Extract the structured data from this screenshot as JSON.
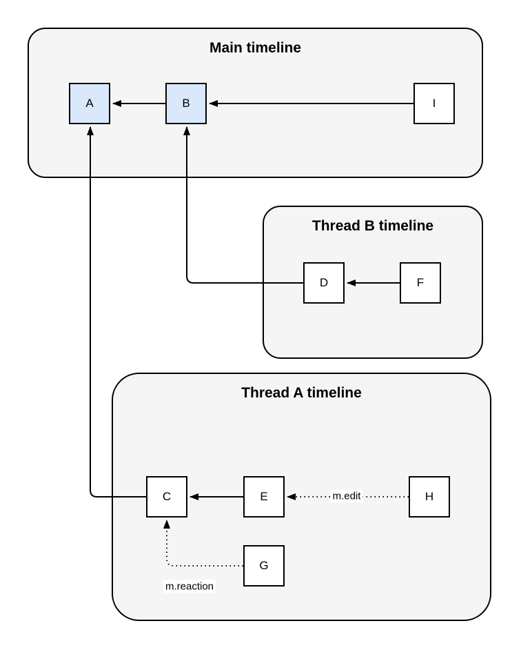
{
  "diagram": {
    "containers": {
      "main": {
        "title": "Main timeline"
      },
      "thread_b": {
        "title": "Thread B timeline"
      },
      "thread_a": {
        "title": "Thread A timeline"
      }
    },
    "nodes": {
      "a": {
        "label": "A",
        "highlighted": true
      },
      "b": {
        "label": "B",
        "highlighted": true
      },
      "i": {
        "label": "I",
        "highlighted": false
      },
      "d": {
        "label": "D",
        "highlighted": false
      },
      "f": {
        "label": "F",
        "highlighted": false
      },
      "c": {
        "label": "C",
        "highlighted": false
      },
      "e": {
        "label": "E",
        "highlighted": false
      },
      "h": {
        "label": "H",
        "highlighted": false
      },
      "g": {
        "label": "G",
        "highlighted": false
      }
    },
    "edges": [
      {
        "from": "B",
        "to": "A",
        "style": "solid",
        "label": ""
      },
      {
        "from": "I",
        "to": "B",
        "style": "solid",
        "label": ""
      },
      {
        "from": "D",
        "to": "B",
        "style": "solid",
        "label": ""
      },
      {
        "from": "F",
        "to": "D",
        "style": "solid",
        "label": ""
      },
      {
        "from": "C",
        "to": "A",
        "style": "solid",
        "label": ""
      },
      {
        "from": "E",
        "to": "C",
        "style": "solid",
        "label": ""
      },
      {
        "from": "H",
        "to": "E",
        "style": "dotted",
        "label": "m.edit"
      },
      {
        "from": "G",
        "to": "C",
        "style": "dotted",
        "label": "m.reaction"
      }
    ],
    "colors": {
      "container_fill": "#f5f5f5",
      "highlight_node_fill": "#dae8fc",
      "node_fill": "#ffffff",
      "stroke": "#000000",
      "label_background": "#ffffff"
    }
  }
}
